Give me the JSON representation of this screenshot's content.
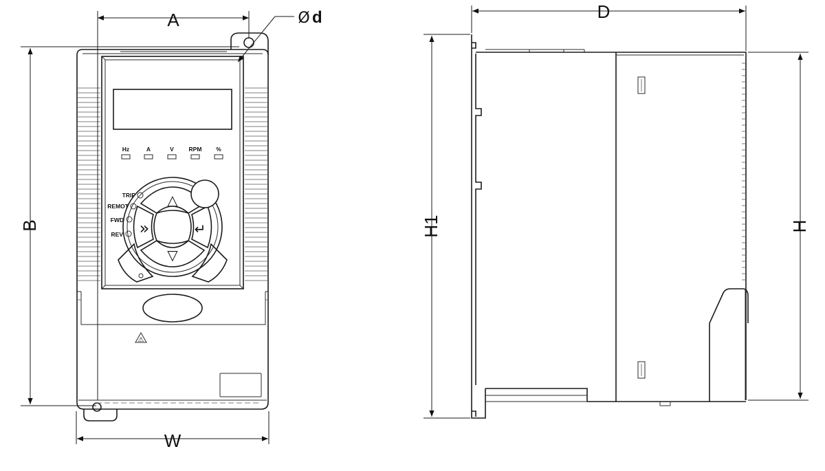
{
  "dimensions": {
    "A": "A",
    "B": "B",
    "W": "W",
    "D": "D",
    "H": "H",
    "H1": "H1",
    "d_symbol": "Ø",
    "d_letter": "d"
  },
  "display_units": [
    "Hz",
    "A",
    "V",
    "RPM",
    "%"
  ],
  "status_leds": [
    "TRIP",
    "REMOT",
    "FWD",
    "REV"
  ],
  "keys": {
    "up": "△",
    "down": "▽",
    "shift": "»",
    "enter": "↵"
  },
  "warning_symbol": "⚠"
}
